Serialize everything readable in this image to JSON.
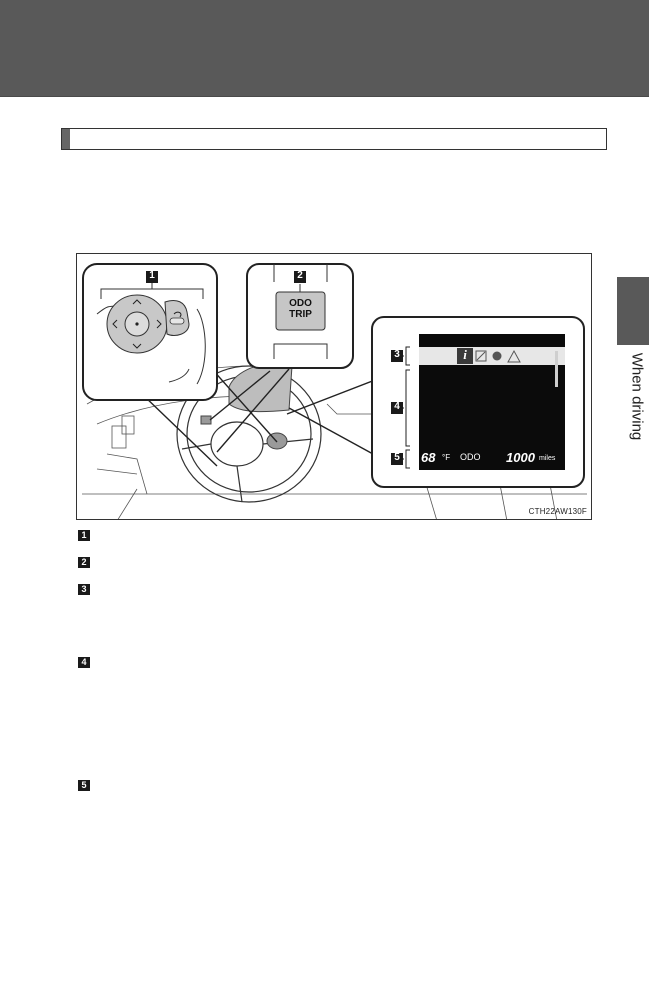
{
  "side_tab": {
    "label": "When driving"
  },
  "figure": {
    "code": "CTH22AW130F",
    "callouts": [
      "1",
      "2",
      "3",
      "4",
      "5"
    ],
    "switch": {
      "line1": "ODO",
      "line2": "TRIP"
    },
    "display": {
      "temperature": "68",
      "temp_unit": "°F",
      "mode": "ODO",
      "odometer": "1000",
      "distance_unit": "miles"
    }
  },
  "items": [
    "1",
    "2",
    "3",
    "4",
    "5"
  ]
}
